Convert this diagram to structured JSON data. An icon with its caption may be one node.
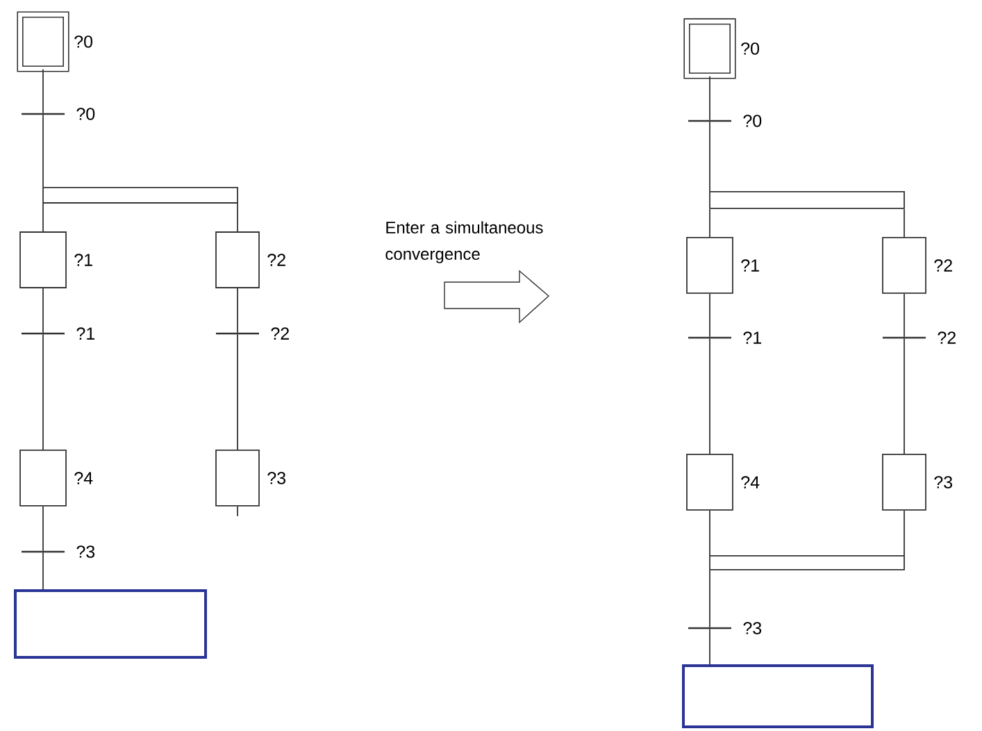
{
  "diagram": {
    "nodes": [
      {
        "text": [],
        "shape": "box",
        "beside": [
          "?0"
        ]
      },
      {
        "text": [],
        "shape": "bar",
        "beside": [
          "?0"
        ]
      },
      {
        "text": [],
        "shape": "bar"
      },
      {
        "text": [],
        "shape": "box",
        "beside": [
          "?1"
        ]
      },
      {
        "text": [],
        "shape": "box",
        "beside": [
          "?2"
        ]
      },
      {
        "text": [],
        "shape": "bar",
        "beside": [
          "?1"
        ]
      },
      {
        "text": [],
        "shape": "bar",
        "beside": [
          "?2"
        ]
      },
      {
        "text": [],
        "shape": "box",
        "beside": [
          "?4"
        ]
      },
      {
        "text": [],
        "shape": "box",
        "beside": [
          "?3"
        ]
      },
      {
        "text": [],
        "shape": "bar",
        "beside": [
          "?3"
        ]
      },
      {
        "text": [],
        "shape": "box"
      },
      {
        "text": [],
        "shape": "box",
        "beside": [
          "?0"
        ]
      },
      {
        "text": [],
        "shape": "bar",
        "beside": [
          "?0"
        ]
      },
      {
        "text": [],
        "shape": "bar"
      },
      {
        "text": [],
        "shape": "box",
        "beside": [
          "?1"
        ]
      },
      {
        "text": [],
        "shape": "box",
        "beside": [
          "?2"
        ]
      },
      {
        "text": [],
        "shape": "bar",
        "beside": [
          "?1"
        ]
      },
      {
        "text": [],
        "shape": "bar",
        "beside": [
          "?2"
        ]
      },
      {
        "text": [],
        "shape": "box",
        "beside": [
          "?4"
        ]
      },
      {
        "text": [],
        "shape": "box",
        "beside": [
          "?3"
        ]
      },
      {
        "text": [],
        "shape": "bar"
      },
      {
        "text": [],
        "shape": "bar",
        "beside": [
          "?3"
        ]
      },
      {
        "text": [],
        "shape": "box"
      }
    ],
    "edges": [
      {
        "from": 0,
        "to": 1,
        "arrow": "none"
      },
      {
        "from": 1,
        "to": 2,
        "arrow": "none"
      },
      {
        "from": 2,
        "to": 3,
        "arrow": "none"
      },
      {
        "from": 2,
        "to": 4,
        "arrow": "none"
      },
      {
        "from": 3,
        "to": 5,
        "arrow": "none"
      },
      {
        "from": 4,
        "to": 6,
        "arrow": "none"
      },
      {
        "from": 5,
        "to": 7,
        "arrow": "none"
      },
      {
        "from": 6,
        "to": 8,
        "arrow": "none"
      },
      {
        "from": 8,
        "to": null,
        "arrow": "none"
      },
      {
        "from": 7,
        "to": 9,
        "arrow": "none"
      },
      {
        "from": 9,
        "to": 10,
        "arrow": "none"
      },
      {
        "from": 11,
        "to": 12,
        "arrow": "none"
      },
      {
        "from": 12,
        "to": 13,
        "arrow": "none"
      },
      {
        "from": 13,
        "to": 14,
        "arrow": "none"
      },
      {
        "from": 13,
        "to": 15,
        "arrow": "none"
      },
      {
        "from": 14,
        "to": 16,
        "arrow": "none"
      },
      {
        "from": 15,
        "to": 17,
        "arrow": "none"
      },
      {
        "from": 16,
        "to": 18,
        "arrow": "none"
      },
      {
        "from": 17,
        "to": 19,
        "arrow": "none"
      },
      {
        "from": 18,
        "to": 20,
        "arrow": "none"
      },
      {
        "from": 19,
        "to": 20,
        "arrow": "none"
      },
      {
        "from": 20,
        "to": 21,
        "arrow": "none"
      },
      {
        "from": 21,
        "to": 22,
        "arrow": "none"
      }
    ],
    "labels": [
      "Enter a simultaneous convergence"
    ]
  }
}
